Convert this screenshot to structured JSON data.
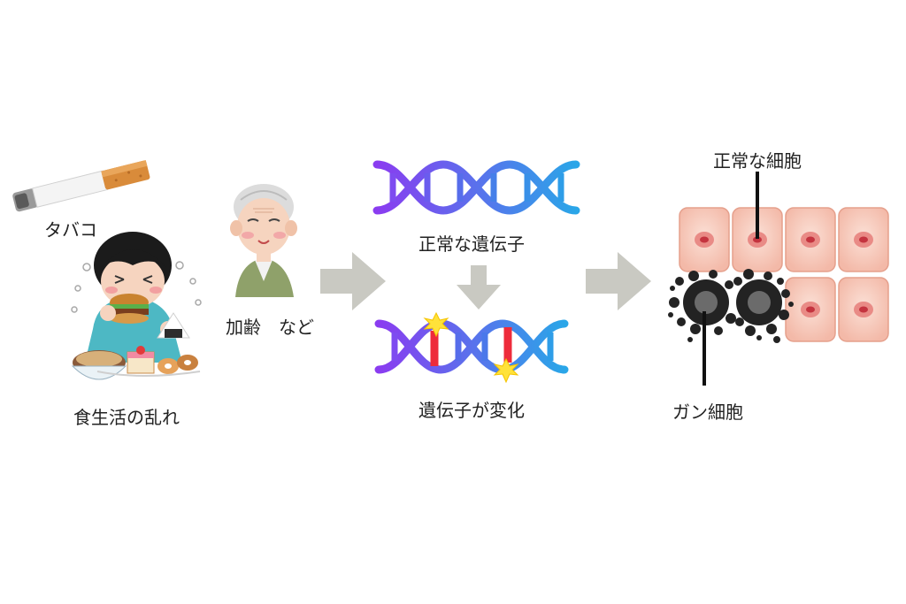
{
  "causes": {
    "tobacco": "タバコ",
    "diet": "食生活の乱れ",
    "aging": "加齢　など"
  },
  "genes": {
    "normal": "正常な遺伝子",
    "changed": "遺伝子が変化"
  },
  "cells": {
    "normal": "正常な細胞",
    "cancer": "ガン細胞"
  },
  "icons": {
    "cigarette": "cigarette-icon",
    "eating_person": "eating-person-icon",
    "elderly_person": "elderly-person-icon",
    "dna": "dna-helix-icon",
    "mutation": "mutation-spark-icon",
    "cell": "cell-icon",
    "cancer_cell": "cancer-cell-icon"
  },
  "colors": {
    "arrow": "#c9c9c2",
    "dna_start": "#8a3cf0",
    "dna_end": "#2aa6e8",
    "mutation_bar": "#ee2b3b",
    "mutation_spark": "#ffe23a",
    "cell_fill": "#f8cfc2",
    "cell_nucleus": "#d64d55",
    "cancer": "#222222"
  }
}
